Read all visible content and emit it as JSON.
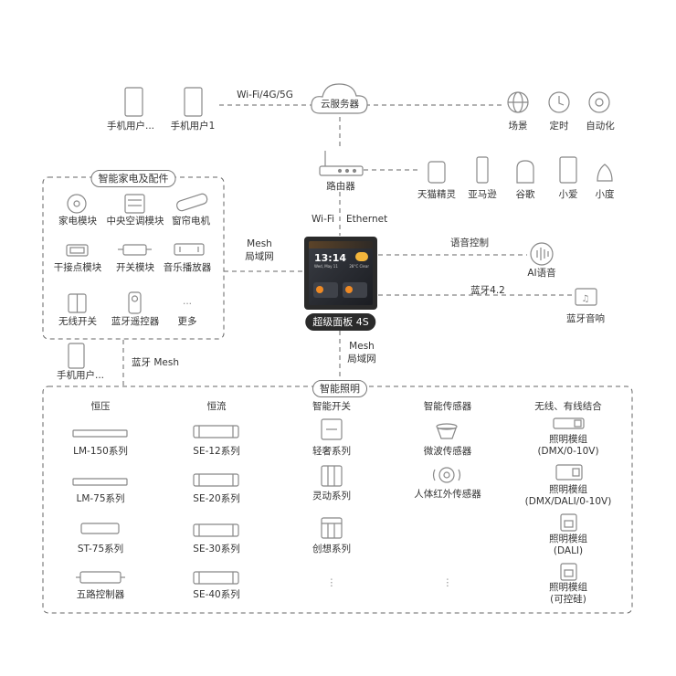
{
  "top": {
    "users": [
      "手机用户...",
      "手机用户1"
    ],
    "wifi_link": "Wi-Fi/4G/5G",
    "cloud": "云服务器",
    "cloud_features": [
      "场景",
      "定时",
      "自动化"
    ],
    "router": "路由器",
    "speakers": [
      "天猫精灵",
      "亚马逊",
      "谷歌",
      "小爱",
      "小度"
    ]
  },
  "links": {
    "wifi": "Wi-Fi",
    "ethernet": "Ethernet",
    "mesh_left_1": "Mesh",
    "mesh_left_2": "局域网",
    "voice": "语音控制",
    "bt42": "蓝牙4.2",
    "bt_mesh": "蓝牙 Mesh",
    "mesh_down_1": "Mesh",
    "mesh_down_2": "局域网"
  },
  "panel": {
    "label": "超级面板 4S",
    "time": "13:14",
    "date": "Wed, May 11",
    "weather": "28°C Clear"
  },
  "ai": {
    "label": "AI语音"
  },
  "bt_speaker": {
    "label": "蓝牙音响"
  },
  "appliances": {
    "title": "智能家电及配件",
    "items": [
      "家电模块",
      "中央空调模块",
      "窗帘电机",
      "干接点模块",
      "开关模块",
      "音乐播放器",
      "无线开关",
      "蓝牙遥控器",
      "更多"
    ],
    "more_glyph": "..."
  },
  "mesh_user": "手机用户...",
  "lighting": {
    "title": "智能照明",
    "columns": [
      {
        "header": "恒压",
        "items": [
          "LM-150系列",
          "LM-75系列",
          "ST-75系列",
          "五路控制器"
        ]
      },
      {
        "header": "恒流",
        "items": [
          "SE-12系列",
          "SE-20系列",
          "SE-30系列",
          "SE-40系列"
        ]
      },
      {
        "header": "智能开关",
        "items": [
          "轻奢系列",
          "灵动系列",
          "创想系列"
        ]
      },
      {
        "header": "智能传感器",
        "items": [
          "微波传感器",
          "人体红外传感器"
        ]
      },
      {
        "header": "无线、有线结合",
        "items": [
          "照明模组",
          "(DMX/0-10V)",
          "照明模组",
          "(DMX/DALI/0-10V)",
          "照明模组",
          "(DALI)",
          "照明模组",
          "(可控硅)"
        ]
      }
    ],
    "dots": "⋮"
  },
  "colors": {
    "line": "#666666",
    "icon": "#888888",
    "panel": "#2a2a2a",
    "accent": "#f08a24"
  }
}
